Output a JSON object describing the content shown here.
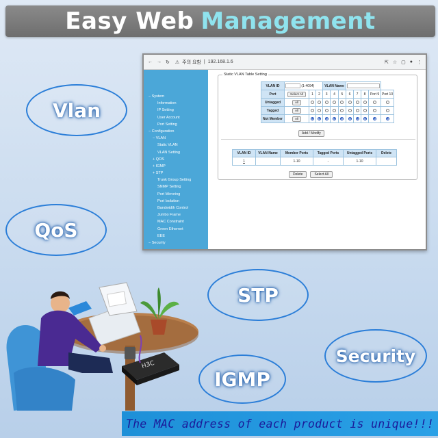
{
  "title": {
    "word1": "Easy Web",
    "word2": "Management"
  },
  "features": {
    "vlan": "Vlan",
    "qos": "QoS",
    "stp": "STP",
    "igmp": "IGMP",
    "security": "Security"
  },
  "browser": {
    "address_label": "주의 요함",
    "url": "192.168.1.6",
    "sidebar": [
      {
        "label": "System",
        "level": 1
      },
      {
        "label": "Information",
        "level": 2
      },
      {
        "label": "IP Setting",
        "level": 2
      },
      {
        "label": "User Account",
        "level": 2
      },
      {
        "label": "Port Setting",
        "level": 2
      },
      {
        "label": "Configuration",
        "level": 1
      },
      {
        "label": "VLAN",
        "level": 2
      },
      {
        "label": "Static VLAN",
        "level": 3
      },
      {
        "label": "VLAN Setting",
        "level": 3
      },
      {
        "label": "QOS",
        "level": 2
      },
      {
        "label": "IGMP",
        "level": 2
      },
      {
        "label": "STP",
        "level": 2
      },
      {
        "label": "Trunk Group Setting",
        "level": 2
      },
      {
        "label": "SNMP Setting",
        "level": 2
      },
      {
        "label": "Port Mirroring",
        "level": 2
      },
      {
        "label": "Port Isolation",
        "level": 2
      },
      {
        "label": "Bandwidth Control",
        "level": 2
      },
      {
        "label": "Jumbo Frame",
        "level": 2
      },
      {
        "label": "MAC Constraint",
        "level": 2
      },
      {
        "label": "Green Ethernet",
        "level": 2
      },
      {
        "label": "EEE",
        "level": 2
      },
      {
        "label": "Security",
        "level": 1
      }
    ],
    "legend": "Static VLAN Table Setting",
    "vlan_id_label": "VLAN ID",
    "vlan_id_range": "(1-4094)",
    "vlan_name_label": "VLAN Name",
    "port_label": "Port",
    "select_all": "Select All",
    "ports": [
      "1",
      "2",
      "3",
      "4",
      "5",
      "6",
      "7",
      "8",
      "Port 9",
      "Port 10"
    ],
    "rows": [
      {
        "label": "Untagged",
        "button": "All"
      },
      {
        "label": "Tagged",
        "button": "All"
      },
      {
        "label": "Not Member",
        "button": "All"
      }
    ],
    "add_modify": "Add / Modify",
    "list_headers": [
      "VLAN ID",
      "VLAN Name",
      "Member Ports",
      "Tagged Ports",
      "Untagged Ports",
      "Delete"
    ],
    "list_row": {
      "id": "1",
      "name": "",
      "member": "1-10",
      "tagged": "-",
      "untagged": "1-10"
    },
    "delete_btn": "Delete",
    "select_all_btn": "Select All"
  },
  "device_label": "H3C",
  "banner": "The MAC address of each product is unique!!!"
}
